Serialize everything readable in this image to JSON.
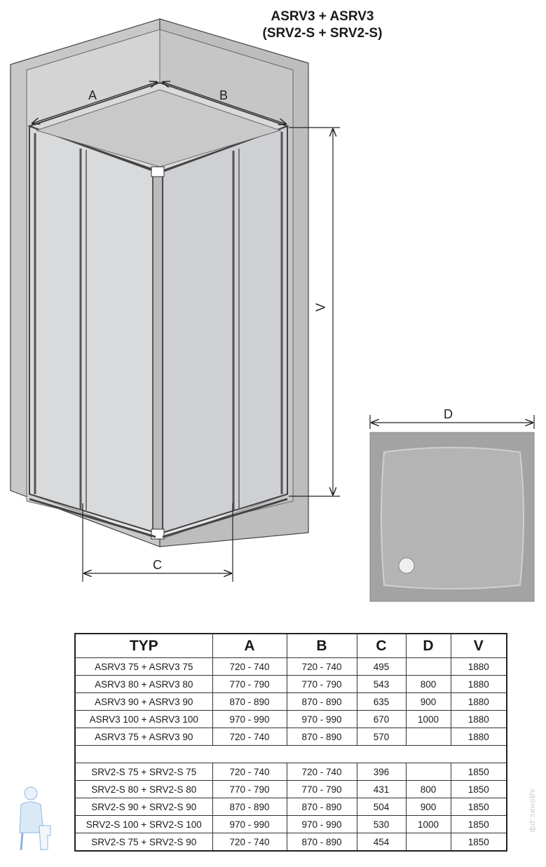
{
  "title": {
    "line1": "ASRV3 + ASRV3",
    "line2": "(SRV2-S + SRV2-S)"
  },
  "dimension_labels": {
    "a": "A",
    "b": "B",
    "v": "V",
    "c": "C",
    "d": "D"
  },
  "table": {
    "headers": [
      "TYP",
      "A",
      "B",
      "C",
      "D",
      "V"
    ],
    "group1": [
      [
        "ASRV3 75 + ASRV3 75",
        "720 - 740",
        "720 - 740",
        "495",
        "",
        "1880"
      ],
      [
        "ASRV3 80 + ASRV3 80",
        "770 - 790",
        "770 - 790",
        "543",
        "800",
        "1880"
      ],
      [
        "ASRV3 90 + ASRV3 90",
        "870 - 890",
        "870 - 890",
        "635",
        "900",
        "1880"
      ],
      [
        "ASRV3 100 + ASRV3 100",
        "970 - 990",
        "970 - 990",
        "670",
        "1000",
        "1880"
      ],
      [
        "ASRV3 75 + ASRV3 90",
        "720 - 740",
        "870 - 890",
        "570",
        "",
        "1880"
      ]
    ],
    "group2": [
      [
        "SRV2-S 75 + SRV2-S 75",
        "720 - 740",
        "720 - 740",
        "396",
        "",
        "1850"
      ],
      [
        "SRV2-S 80 + SRV2-S 80",
        "770 - 790",
        "770 - 790",
        "431",
        "800",
        "1850"
      ],
      [
        "SRV2-S 90 + SRV2-S 90",
        "870 - 890",
        "870 - 890",
        "504",
        "900",
        "1850"
      ],
      [
        "SRV2-S 100 + SRV2-S 100",
        "970 - 990",
        "970 - 990",
        "530",
        "1000",
        "1850"
      ],
      [
        "SRV2-S 75 + SRV2-S 90",
        "720 - 740",
        "870 - 890",
        "454",
        "",
        "1850"
      ]
    ]
  },
  "watermark": "адонис.рф"
}
